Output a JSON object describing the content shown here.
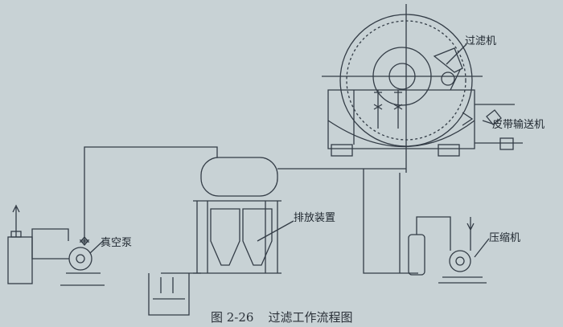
{
  "labels": {
    "filter": "过滤机",
    "belt_conveyor": "皮带输送机",
    "vacuum_pump": "真空泵",
    "discharge": "排放装置",
    "compressor": "压缩机"
  },
  "caption": {
    "number": "图 2-26",
    "title": "过滤工作流程图"
  }
}
